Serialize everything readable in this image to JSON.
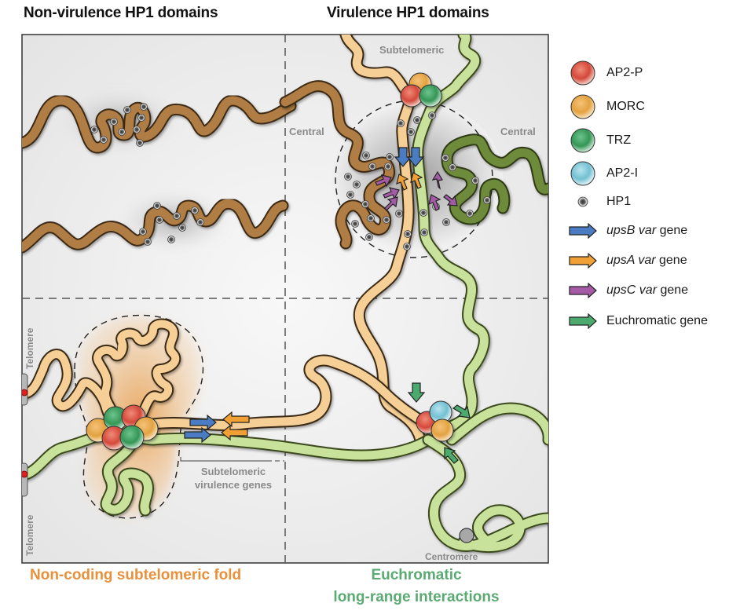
{
  "headers": {
    "left": "Non-virulence HP1 domains",
    "right": "Virulence HP1 domains"
  },
  "footers": {
    "left": "Non-coding subtelomeric fold",
    "right_line1": "Euchromatic",
    "right_line2": "long-range interactions"
  },
  "region_labels": {
    "subtelomeric_top": "Subtelomeric",
    "central_left": "Central",
    "central_right": "Central",
    "telomere_top": "Telomere",
    "telomere_bottom": "Telomere",
    "centromere": "Centromere",
    "subtelomeric_genes_line1": "Subtelomeric",
    "subtelomeric_genes_line2": "virulence genes"
  },
  "legend": [
    {
      "symbol": "circle",
      "label": "AP2-P",
      "color": "#d4483a"
    },
    {
      "symbol": "circle",
      "label": "MORC",
      "color": "#e8a545"
    },
    {
      "symbol": "circle",
      "label": "TRZ",
      "color": "#3a9a5c"
    },
    {
      "symbol": "circle",
      "label": "AP2-I",
      "color": "#7cc6d6"
    },
    {
      "symbol": "dot",
      "label": "HP1",
      "color": "#555555"
    },
    {
      "symbol": "arrow",
      "label_italic": "upsB var",
      "label_rest": " gene",
      "color": "#4a7cc4"
    },
    {
      "symbol": "arrow",
      "label_italic": "upsA var",
      "label_rest": " gene",
      "color": "#f0a035"
    },
    {
      "symbol": "arrow",
      "label_italic": "upsC var",
      "label_rest": " gene",
      "color": "#a45aa5"
    },
    {
      "symbol": "arrow",
      "label_italic": "",
      "label_rest": "Euchromatic gene",
      "color": "#4bab6e"
    }
  ],
  "colors": {
    "header_text": "#111111",
    "footer_left": "#e8903a",
    "footer_right": "#5aaa72",
    "region_label": "#8a8a8a",
    "heterochromatin_brown": "#b07e45",
    "heterochromatin_olive": "#6e8a3a",
    "subtelomeric_tan": "#f6cf97",
    "euchromatin_green": "#c9e29b"
  }
}
